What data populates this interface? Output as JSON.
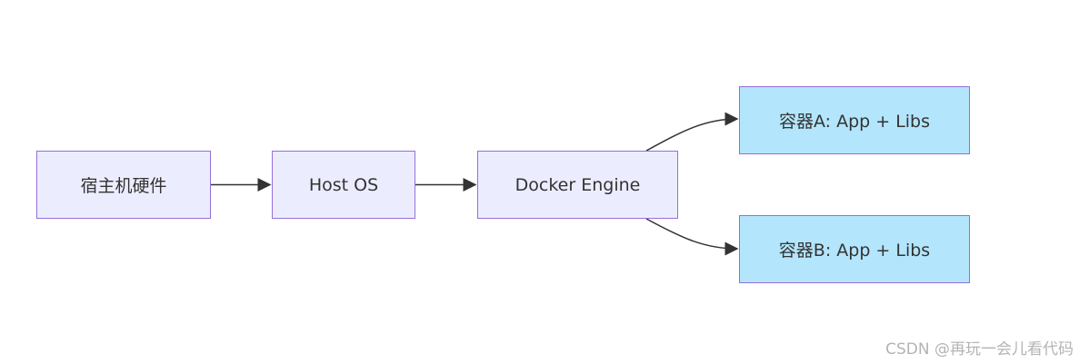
{
  "diagram": {
    "nodes": {
      "hardware": "宿主机硬件",
      "host_os": "Host OS",
      "docker_engine": "Docker Engine",
      "container_a": "容器A: App + Libs",
      "container_b": "容器B: App + Libs"
    },
    "edges": [
      {
        "from": "hardware",
        "to": "host_os"
      },
      {
        "from": "host_os",
        "to": "docker_engine"
      },
      {
        "from": "docker_engine",
        "to": "container_a"
      },
      {
        "from": "docker_engine",
        "to": "container_b"
      }
    ],
    "colors": {
      "node_fill": "#ececff",
      "node_border": "#9370db",
      "container_fill": "#b3e5fc",
      "edge": "#333333"
    }
  },
  "watermark": "CSDN @再玩一会儿看代码"
}
